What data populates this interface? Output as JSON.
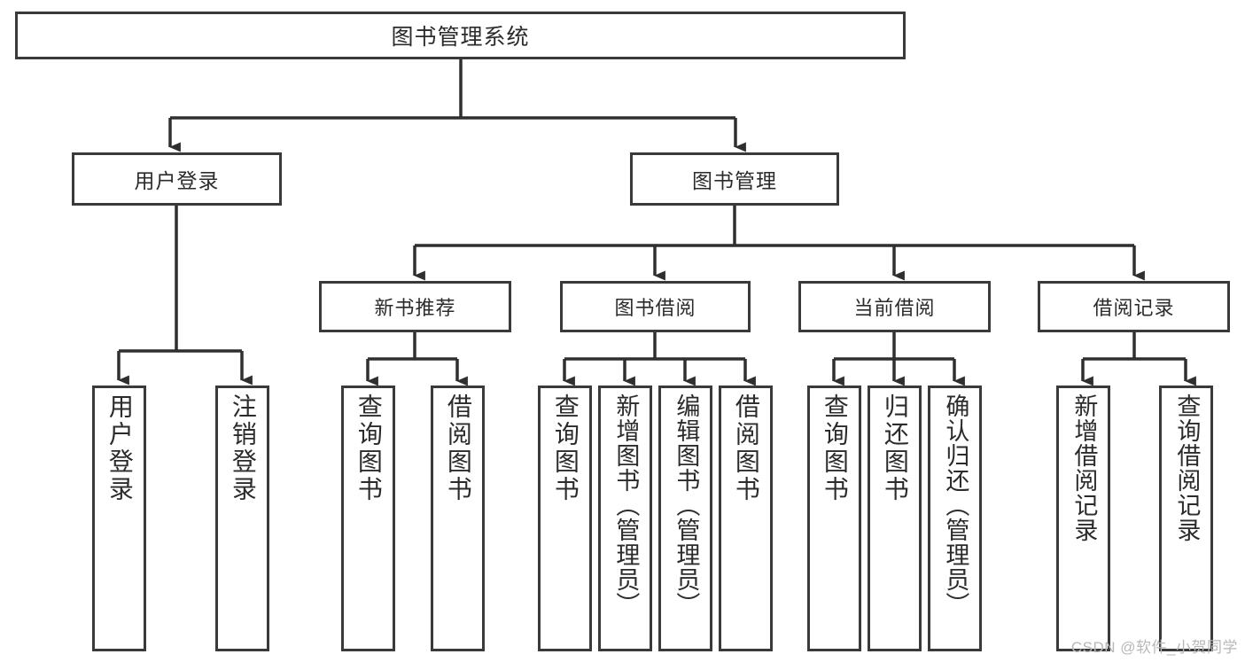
{
  "diagram": {
    "title": "图书管理系统",
    "type": "tree-hierarchy-chart",
    "watermark": "CSDN @软件_小贺同学",
    "colors": {
      "box_border": "#3a3a3a",
      "box_fill": "#ffffff",
      "edge": "#2f2f2f",
      "text": "#2b2b2b",
      "watermark": "#b8b8b8"
    }
  },
  "root": {
    "label": "图书管理系统"
  },
  "level2": [
    {
      "id": "user-login",
      "label": "用户登录"
    },
    {
      "id": "book-manage",
      "label": "图书管理"
    }
  ],
  "level3": [
    {
      "id": "new-book-recommend",
      "label": "新书推荐"
    },
    {
      "id": "book-borrow",
      "label": "图书借阅"
    },
    {
      "id": "current-borrow",
      "label": "当前借阅"
    },
    {
      "id": "borrow-record",
      "label": "借阅记录"
    }
  ],
  "leaves": {
    "user_login": [
      {
        "id": "leaf-user-login",
        "label": "用户登录"
      },
      {
        "id": "leaf-user-logout",
        "label": "注销登录"
      }
    ],
    "new_book_recommend": [
      {
        "id": "leaf-query-book-1",
        "label": "查询图书"
      },
      {
        "id": "leaf-borrow-book-1",
        "label": "借阅图书"
      }
    ],
    "book_borrow": [
      {
        "id": "leaf-query-book-2",
        "label": "查询图书"
      },
      {
        "id": "leaf-add-book",
        "label": "新增图书（管理员）"
      },
      {
        "id": "leaf-edit-book",
        "label": "编辑图书（管理员）"
      },
      {
        "id": "leaf-borrow-book-2",
        "label": "借阅图书"
      }
    ],
    "current_borrow": [
      {
        "id": "leaf-query-book-3",
        "label": "查询图书"
      },
      {
        "id": "leaf-return-book",
        "label": "归还图书"
      },
      {
        "id": "leaf-confirm-return",
        "label": "确认归还（管理员）"
      }
    ],
    "borrow_record": [
      {
        "id": "leaf-add-record",
        "label": "新增借阅记录"
      },
      {
        "id": "leaf-query-record",
        "label": "查询借阅记录"
      }
    ]
  }
}
